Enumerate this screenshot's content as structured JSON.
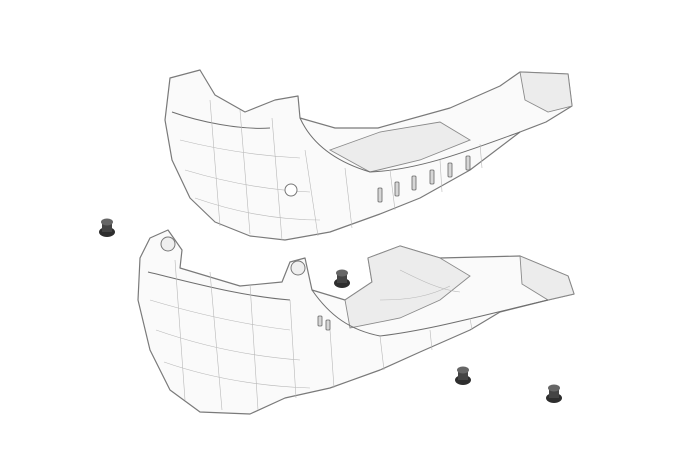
{
  "image": {
    "background_color": "#ffffff",
    "line_color": "#7a7a7a",
    "surface_color": "#fafafa",
    "bolt_color": "#2e2e2e"
  },
  "objects": [
    {
      "kind": "skid-plate",
      "variant": "upper"
    },
    {
      "kind": "skid-plate",
      "variant": "lower"
    },
    {
      "kind": "bolt",
      "count": 4
    }
  ]
}
